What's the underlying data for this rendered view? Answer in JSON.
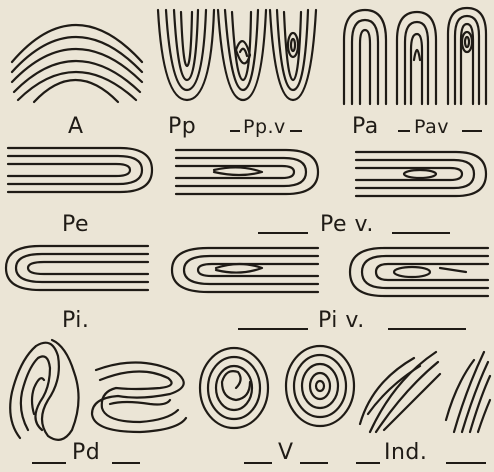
{
  "labels": {
    "A": "A",
    "Pp": "Pp",
    "Ppv": "Pp.v",
    "Pa": "Pa",
    "Pav": "Pav",
    "Pe": "Pe",
    "Pev": "Pe v.",
    "Pi": "Pi.",
    "Piv": "Pi v.",
    "Pd": "Pd",
    "V": "V",
    "Ind": "Ind."
  },
  "colors": {
    "ink": "#1f1b16",
    "paper": "#ebe5d6"
  }
}
